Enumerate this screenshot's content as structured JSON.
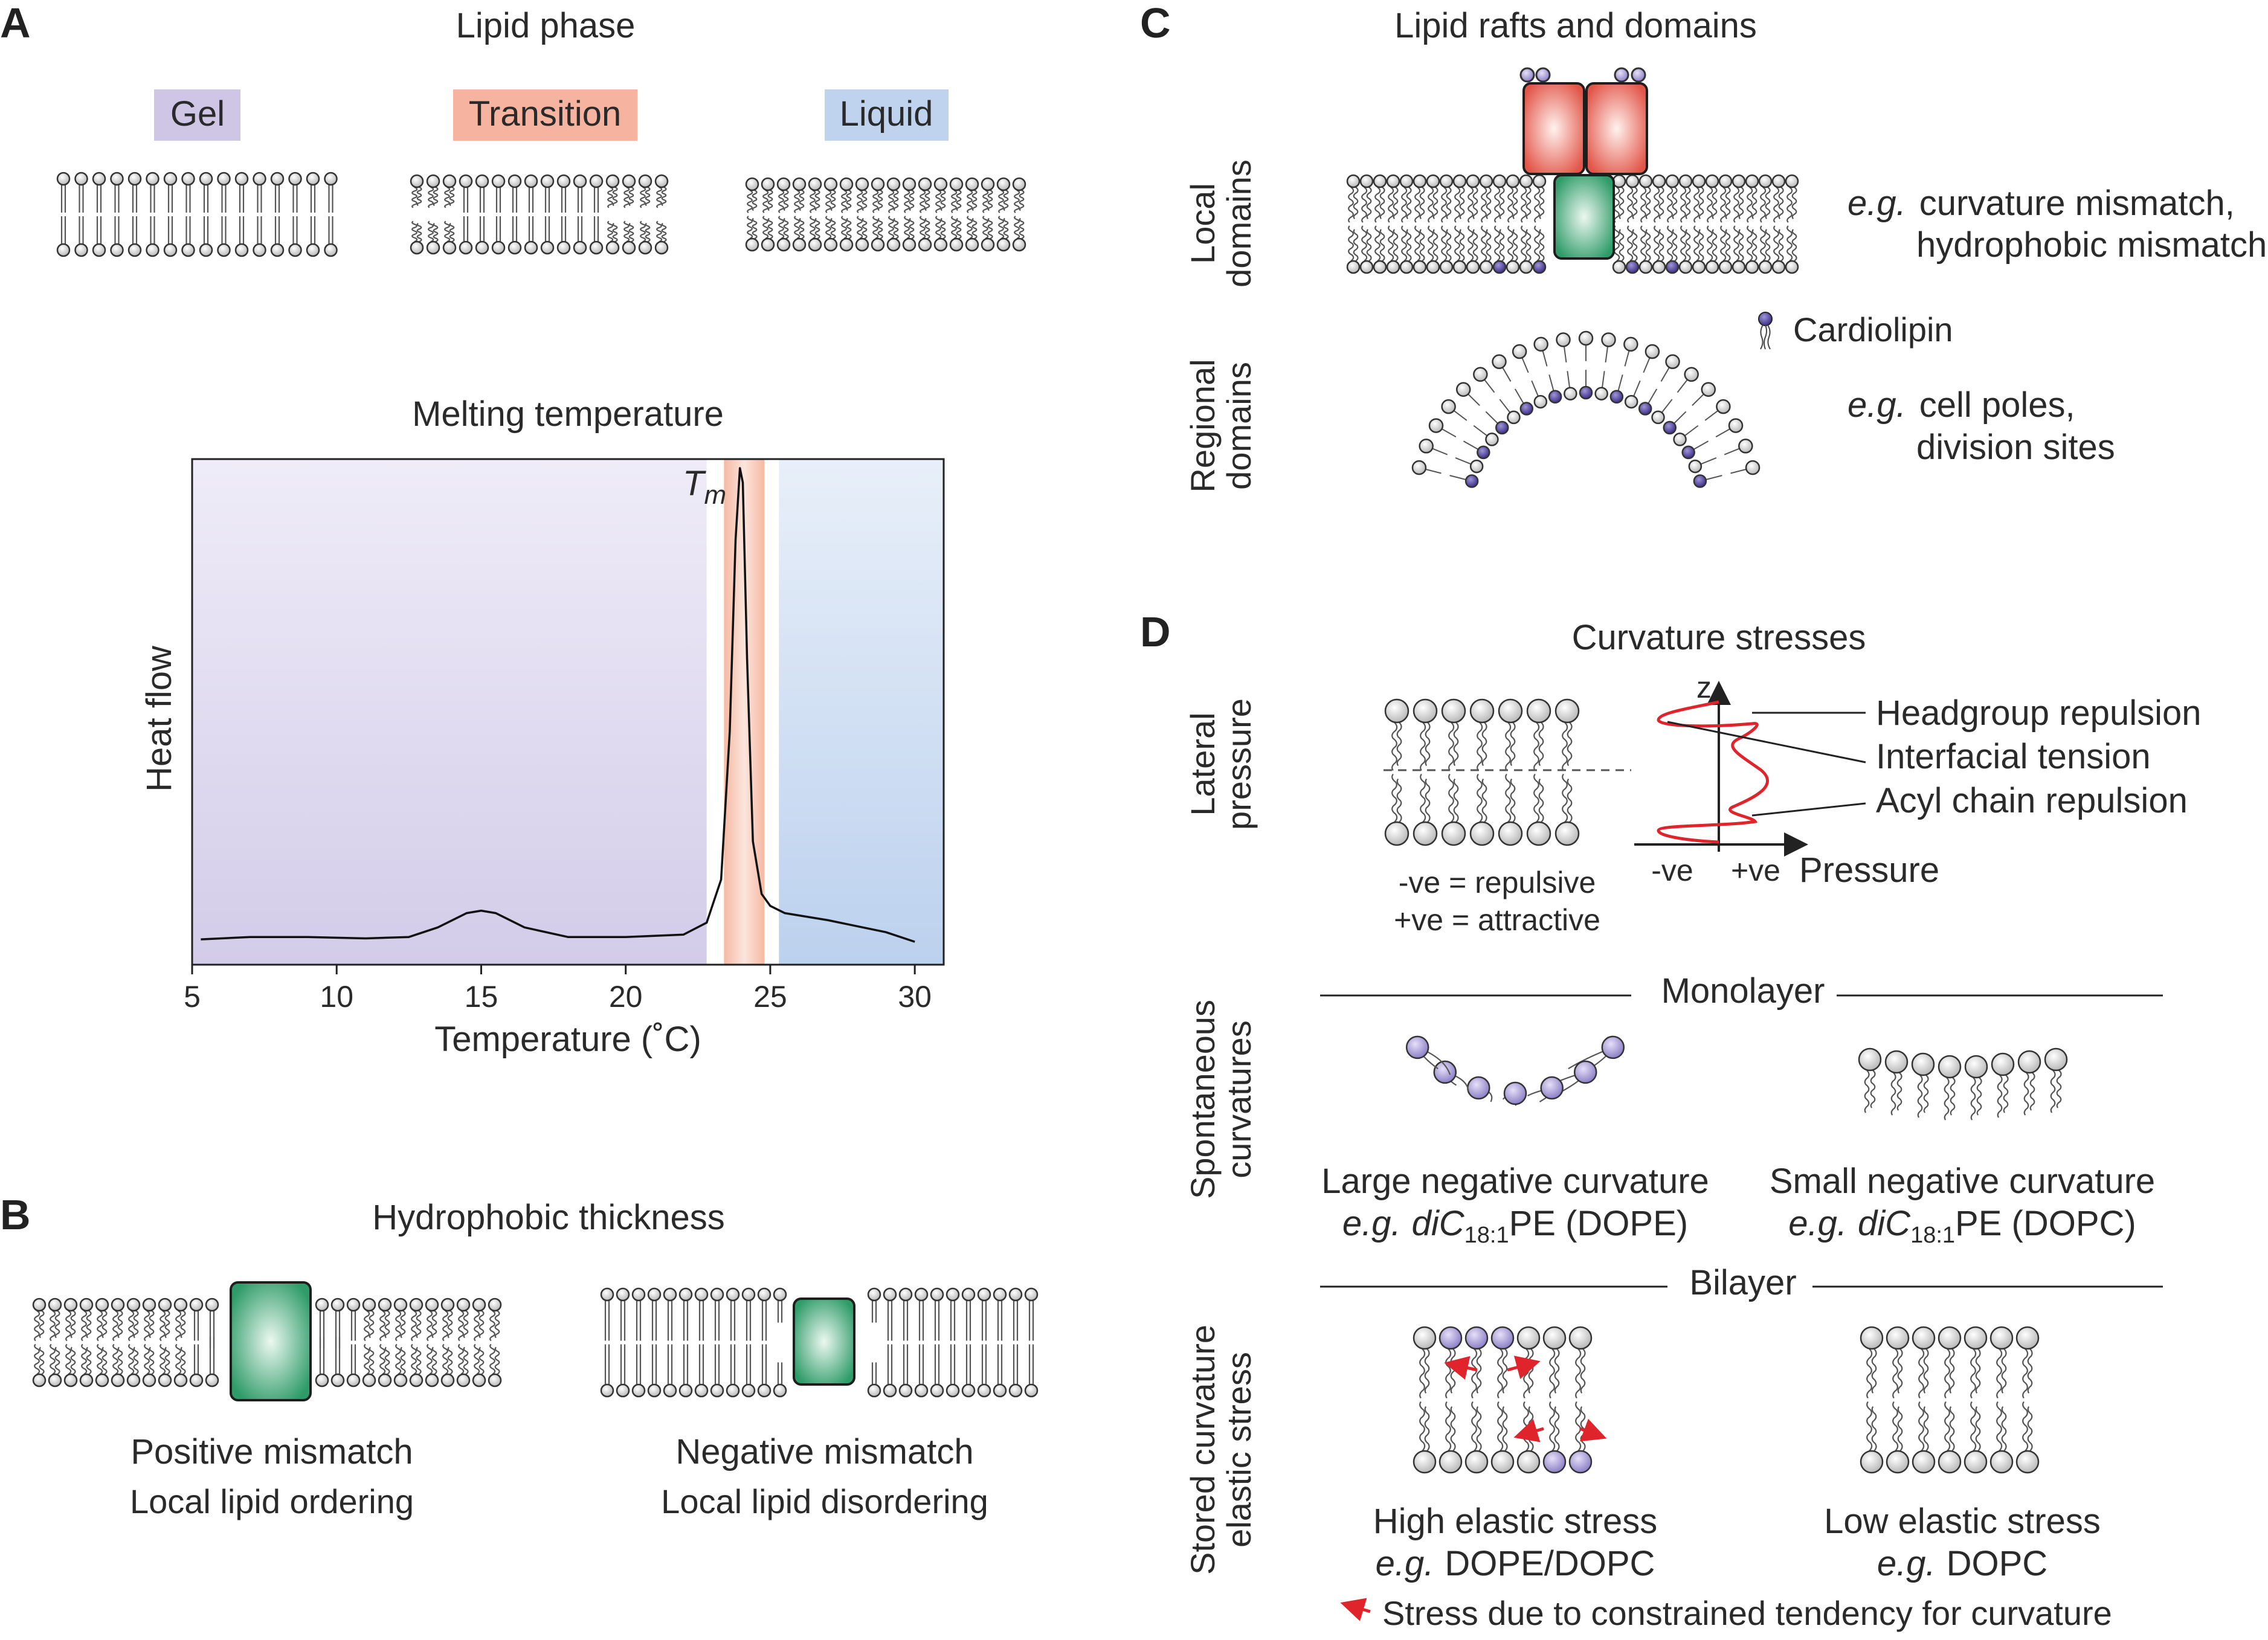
{
  "panels": {
    "A": {
      "letter": "A",
      "title": "Lipid phase",
      "phases": [
        {
          "label": "Gel",
          "color": "#cfc6e6"
        },
        {
          "label": "Transition",
          "color": "#f6b4a0"
        },
        {
          "label": "Liquid",
          "color": "#bfd3ee"
        }
      ],
      "chart_title": "Melting temperature",
      "tm_label": "T",
      "tm_sub": "m"
    },
    "B": {
      "letter": "B",
      "title": "Hydrophobic thickness",
      "left_caption": "Positive mismatch",
      "left_sub": "Local lipid ordering",
      "right_caption": "Negative mismatch",
      "right_sub": "Local lipid disordering"
    },
    "C": {
      "letter": "C",
      "title": "Lipid rafts and domains",
      "row1_label": [
        "Local",
        "domains"
      ],
      "row1_eg": "e.g.",
      "row1_text1": "curvature mismatch,",
      "row1_text2": "hydrophobic mismatch",
      "cardiolipin_label": "Cardiolipin",
      "row2_label": [
        "Regional",
        "domains"
      ],
      "row2_eg": "e.g.",
      "row2_text1": "cell poles,",
      "row2_text2": "division sites"
    },
    "D": {
      "letter": "D",
      "title": "Curvature stresses",
      "row1_label": [
        "Lateral",
        "pressure"
      ],
      "axis_z": "z",
      "neg_label": "-ve",
      "pos_label": "+ve",
      "pressure_label": "Pressure",
      "annotations": [
        "Headgroup repulsion",
        "Interfacial tension",
        "Acyl chain repulsion"
      ],
      "legend1": "-ve = repulsive",
      "legend2": "+ve = attractive",
      "monolayer_label": "Monolayer",
      "row2_label": [
        "Spontaneous",
        "curvatures"
      ],
      "large_neg": "Large negative curvature",
      "small_neg": "Small negative curvature",
      "eg": "e.g.",
      "dic": "diC",
      "dic_sub": "18:1",
      "dope": "PE (DOPE)",
      "dopc": "PE (DOPC)",
      "bilayer_label": "Bilayer",
      "row3_label": [
        "Stored curvature",
        "elastic stress"
      ],
      "high_stress": "High elastic stress",
      "high_eg": "DOPE/DOPC",
      "low_stress": "Low elastic stress",
      "low_eg": "DOPC",
      "arrow_note": "Stress due to constrained tendency for curvature",
      "arrow_color": "#e0242c"
    }
  },
  "chart_data": {
    "type": "line",
    "title": "Melting temperature",
    "xlabel": "Temperature (˚C)",
    "ylabel": "Heat flow",
    "xlim": [
      5,
      31
    ],
    "xticks": [
      5,
      10,
      15,
      20,
      25,
      30
    ],
    "x": [
      5.3,
      7,
      9,
      11,
      12.5,
      13.5,
      14.5,
      15,
      15.5,
      16.5,
      18,
      20,
      22,
      22.8,
      23.3,
      23.6,
      23.8,
      23.95,
      24.05,
      24.2,
      24.4,
      24.7,
      25,
      25.5,
      27,
      29,
      30
    ],
    "y": [
      0.015,
      0.02,
      0.02,
      0.017,
      0.02,
      0.04,
      0.07,
      0.075,
      0.07,
      0.04,
      0.02,
      0.02,
      0.025,
      0.05,
      0.14,
      0.45,
      0.85,
      1.0,
      0.97,
      0.6,
      0.22,
      0.11,
      0.085,
      0.07,
      0.055,
      0.03,
      0.01
    ],
    "regions": [
      {
        "name": "Gel",
        "from": 5,
        "to": 22.8,
        "color": "#cfc6e6"
      },
      {
        "name": "Transition",
        "from": 23.4,
        "to": 24.8,
        "color": "#f6b4a0"
      },
      {
        "name": "Liquid",
        "from": 25.3,
        "to": 31,
        "color": "#bfd3ee"
      }
    ],
    "annotation": "Tm"
  }
}
